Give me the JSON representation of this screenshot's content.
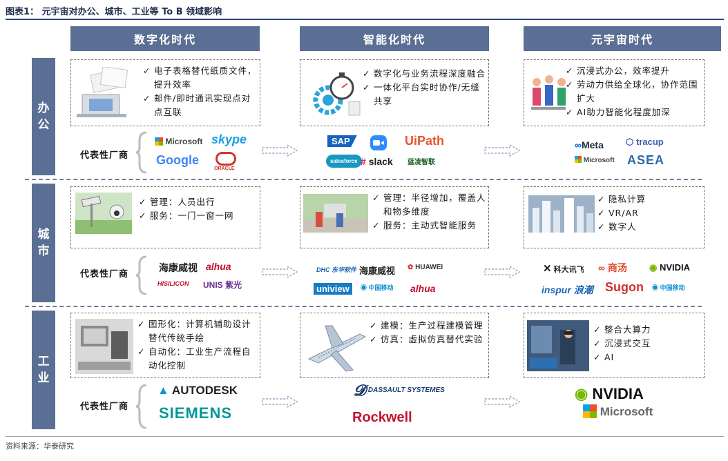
{
  "figure_title": "图表1：  元宇宙对办公、城市、工业等 To B 领域影响",
  "source": "资料来源：华泰研究",
  "eras": [
    "数字化时代",
    "智能化时代",
    "元宇宙时代"
  ],
  "rows": [
    "办公",
    "城市",
    "工业"
  ],
  "vendor_label": "代表性厂商",
  "office": {
    "digital": [
      "电子表格替代纸质文件，提升效率",
      "邮件/即时通讯实现点对点互联"
    ],
    "smart": [
      "数字化与业务流程深度融合",
      "一体化平台实时协作/无缝共享"
    ],
    "meta": [
      "沉浸式办公，效率提升",
      "劳动力供给全球化，协作范围扩大",
      "AI助力智能化程度加深"
    ],
    "vendors_digital": [
      "Microsoft",
      "skype",
      "Google",
      "ORACLE"
    ],
    "vendors_smart": [
      "SAP",
      "zoom",
      "UiPath",
      "salesforce",
      "slack",
      "蓝凌智联"
    ],
    "vendors_meta": [
      "Meta",
      "tracup",
      "Microsoft",
      "ASEA"
    ]
  },
  "city": {
    "digital": [
      "管理：人员出行",
      "服务：一门一窗一网"
    ],
    "smart": [
      "管理：半径增加，覆盖人和物多维度",
      "服务：主动式智能服务"
    ],
    "meta": [
      "隐私计算",
      "VR/AR",
      "数字人"
    ],
    "vendors_digital": [
      "海康威视",
      "alhua",
      "HISILICON",
      "UNIS 紫光"
    ],
    "vendors_smart": [
      "DHC 东华软件",
      "海康威视",
      "HUAWEI",
      "uniview",
      "中国移动",
      "alhua"
    ],
    "vendors_meta": [
      "科大讯飞",
      "商汤",
      "NVIDIA",
      "inspur 浪潮",
      "Sugon",
      "中国移动"
    ]
  },
  "industry": {
    "digital": [
      "图形化：计算机辅助设计替代传统手绘",
      "自动化：工业生产流程自动化控制"
    ],
    "smart": [
      "建模：生产过程建模管理",
      "仿真：虚拟仿真替代实验"
    ],
    "meta": [
      "整合大算力",
      "沉浸式交互",
      "AI"
    ],
    "vendors_digital": [
      "AUTODESK",
      "SIEMENS"
    ],
    "vendors_smart": [
      "DASSAULT SYSTEMES",
      "Rockwell"
    ],
    "vendors_meta": [
      "NVIDIA",
      "Microsoft"
    ]
  },
  "check_mark": "✓",
  "colors": {
    "header_bg": "#5a6f93",
    "accent": "#2b4a86"
  }
}
